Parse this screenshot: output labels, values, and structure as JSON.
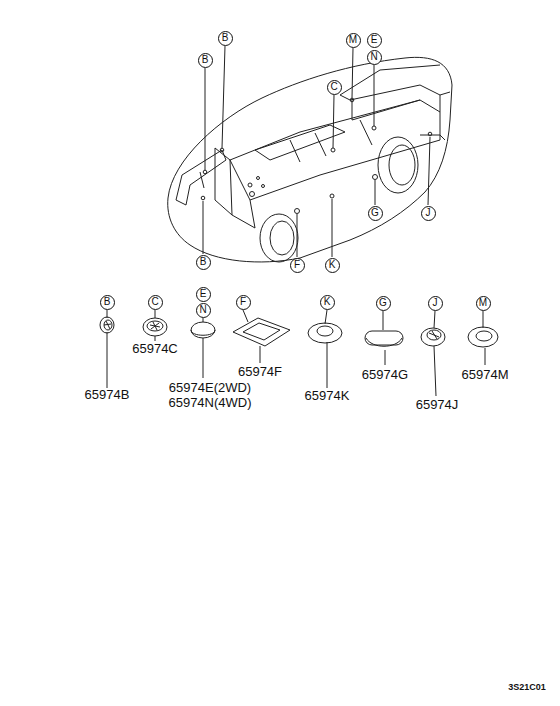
{
  "diagram": {
    "nodes": [
      {
        "text": [
          "B"
        ]
      },
      {
        "text": [
          "M"
        ]
      },
      {
        "text": [
          "E"
        ]
      },
      {
        "text": [
          "N"
        ]
      },
      {
        "text": [
          "B"
        ]
      },
      {
        "text": [
          "C"
        ]
      },
      {
        "text": [
          "G"
        ]
      },
      {
        "text": [
          "J"
        ]
      },
      {
        "text": [
          "B"
        ]
      },
      {
        "text": [
          "F"
        ]
      },
      {
        "text": [
          "K"
        ]
      },
      {
        "text": [
          "B"
        ]
      },
      {
        "text": [
          "C"
        ]
      },
      {
        "text": [
          "E"
        ]
      },
      {
        "text": [
          "N"
        ]
      },
      {
        "text": [
          "F"
        ]
      },
      {
        "text": [
          "K"
        ]
      },
      {
        "text": [
          "G"
        ]
      },
      {
        "text": [
          "J"
        ]
      },
      {
        "text": [
          "M"
        ]
      }
    ],
    "labels": [
      "65974B",
      "65974C",
      "65974E(2WD)",
      "65974N(4WD)",
      "65974F",
      "65974K",
      "65974G",
      "65974J",
      "65974M",
      "3S21C01"
    ]
  }
}
